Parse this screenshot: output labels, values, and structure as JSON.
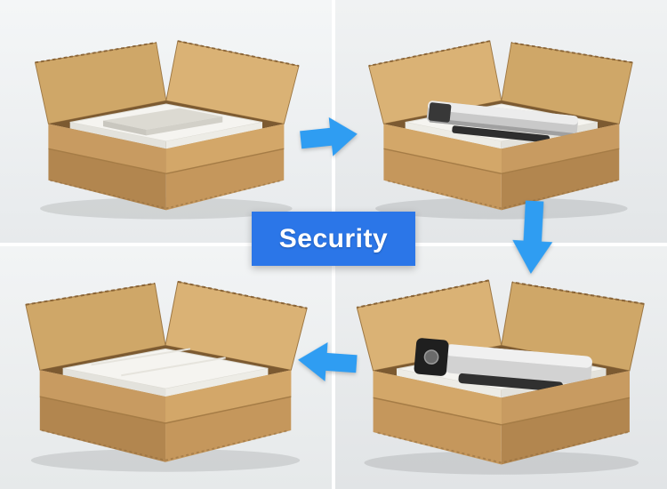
{
  "badge": {
    "label": "Security",
    "background": "#2b76e8",
    "text_color": "#ffffff"
  },
  "arrows": {
    "color": "#2f9df2",
    "sequence": [
      "right",
      "down",
      "left"
    ]
  },
  "photos": {
    "top_left": "open-carton-box-with-empty-foam-insert",
    "top_right": "carton-box-with-battery-packed-in-foam",
    "bottom_right": "carton-box-with-wrapped-battery-and-foam-padding",
    "bottom_left": "open-carton-box-with-foam-sheet"
  },
  "palette": {
    "cardboard": "#c5975c",
    "cardboard_dark": "#b2864f",
    "cardboard_flap": "#d3a769",
    "foam": "#f5f4f0",
    "photo_background": "#edeff0"
  }
}
